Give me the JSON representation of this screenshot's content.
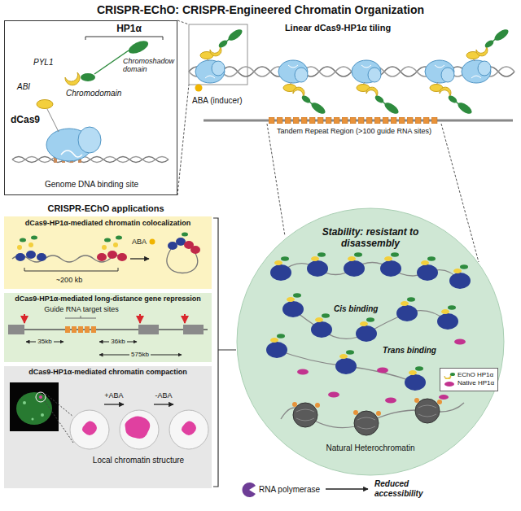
{
  "diagram": {
    "title": "CRISPR-EChO: CRISPR-Engineered Chromatin Organization",
    "nodes": [
      {
        "text": [
          "HP1α",
          "PYL1",
          "Chromoshadow domain",
          "Chromodomain",
          "ABI",
          "dCas9",
          "Genome DNA binding site"
        ]
      },
      {
        "text": [
          "dCas9-HP1α-mediated chromatin colocalization",
          "ABA",
          "~200 kb"
        ]
      },
      {
        "text": [
          "dCas9-HP1α-mediated long-distance gene repression",
          "Guide RNA target sites",
          "35kb",
          "36kb",
          "575kb"
        ]
      },
      {
        "text": [
          "dCas9-HP1α-mediated chromatin compaction",
          "+ABA",
          "-ABA",
          "Local chromatin structure"
        ]
      },
      {
        "text": [
          "Stability: resistant to disassembly",
          "Cis binding",
          "Trans binding",
          "Natural Heterochromatin"
        ]
      }
    ],
    "labels": [
      "ABA (inducer)",
      "Linear dCas9-HP1α tiling",
      "Tandem Repeat Region (>100 guide RNA sites)",
      "CRISPR-EChO applications",
      "RNA polymerase",
      "Reduced accessibility"
    ],
    "legend": [
      {
        "text": "EChO HP1α"
      },
      {
        "text": "Native HP1α"
      }
    ]
  }
}
